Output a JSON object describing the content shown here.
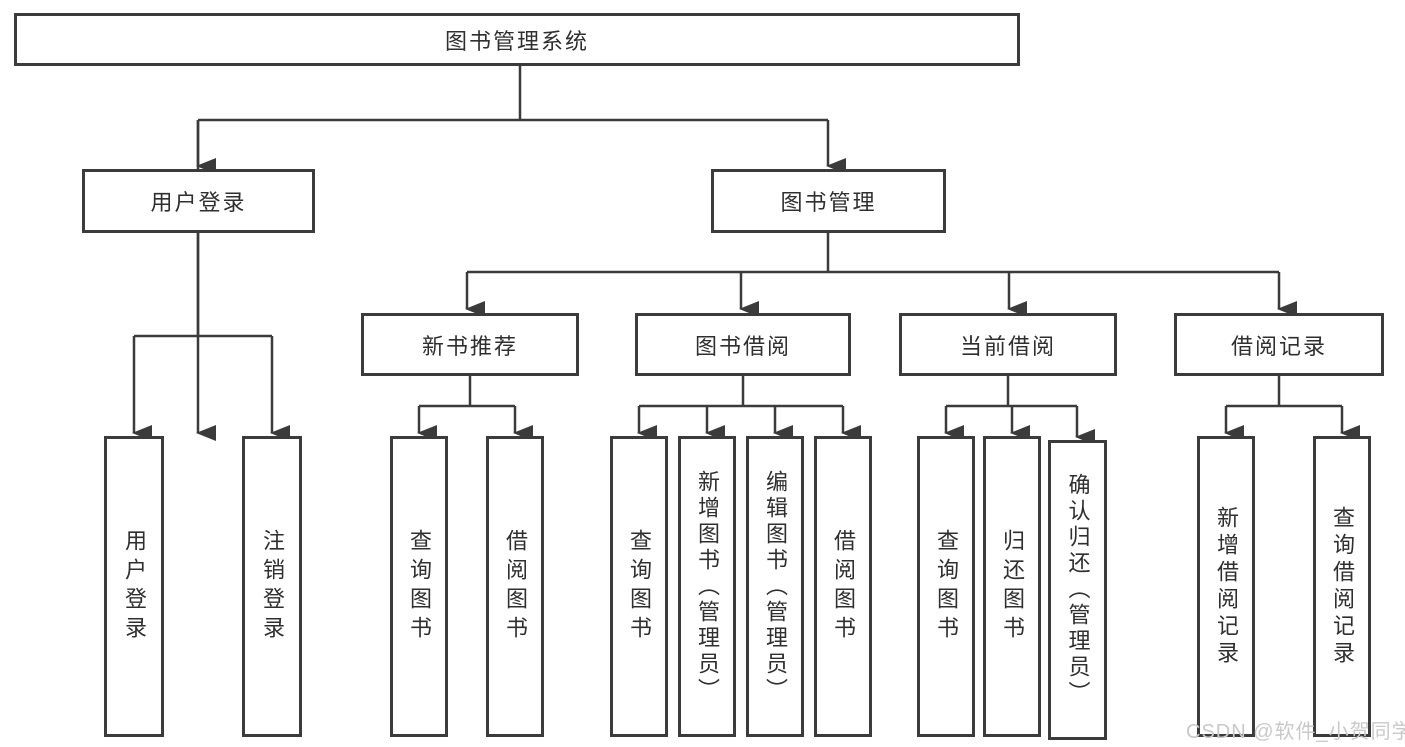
{
  "nodes": {
    "root": "图书管理系统",
    "user_login": "用户登录",
    "book_mgmt": "图书管理",
    "new_books": "新书推荐",
    "book_borrow": "图书借阅",
    "current_borrow": "当前借阅",
    "borrow_record": "借阅记录",
    "leaf_user_login": "用户登录",
    "leaf_logout": "注销登录",
    "leaf_nb_query": "查询图书",
    "leaf_nb_borrow": "借阅图书",
    "leaf_bb_query": "查询图书",
    "leaf_bb_add": "新增图书（管理员）",
    "leaf_bb_edit": "编辑图书（管理员）",
    "leaf_bb_borrow": "借阅图书",
    "leaf_cb_query": "查询图书",
    "leaf_cb_return": "归还图书",
    "leaf_cb_confirm": "确认归还（管理员）",
    "leaf_br_add": "新增借阅记录",
    "leaf_br_query": "查询借阅记录"
  },
  "watermark": "CSDN @软件_小贺同学",
  "colors": {
    "line": "#3b3b3b",
    "text": "#2f2f2f",
    "watermark": "#c9c9c9"
  }
}
